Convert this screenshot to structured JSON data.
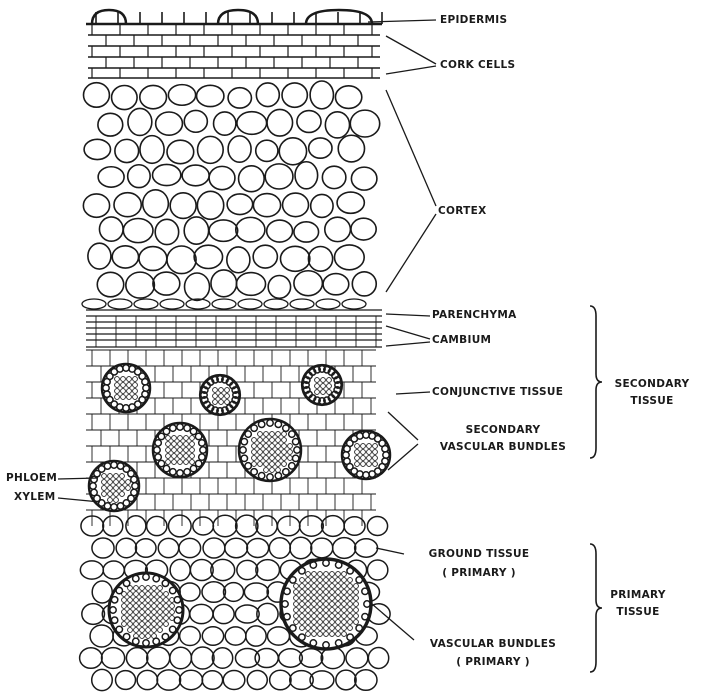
{
  "labels": {
    "epidermis": "EPIDERMIS",
    "cork_cells": "CORK CELLS",
    "cortex": "CORTEX",
    "parenchyma": "PARENCHYMA",
    "cambium": "CAMBIUM",
    "conjunctive_tissue": "CONJUNCTIVE TISSUE",
    "secondary_vascular_bundles_line1": "SECONDARY",
    "secondary_vascular_bundles_line2": "VASCULAR BUNDLES",
    "secondary_tissue_line1": "SECONDARY",
    "secondary_tissue_line2": "TISSUE",
    "phloem": "PHLOEM",
    "xylem": "XYLEM",
    "ground_tissue_line1": "GROUND TISSUE",
    "ground_tissue_line2": "( PRIMARY )",
    "primary_tissue_line1": "PRIMARY",
    "primary_tissue_line2": "TISSUE",
    "vascular_bundles_line1": "VASCULAR BUNDLES",
    "vascular_bundles_line2": "( PRIMARY )"
  },
  "colors": {
    "ink": "#1a1a1a",
    "paper": "#ffffff"
  }
}
